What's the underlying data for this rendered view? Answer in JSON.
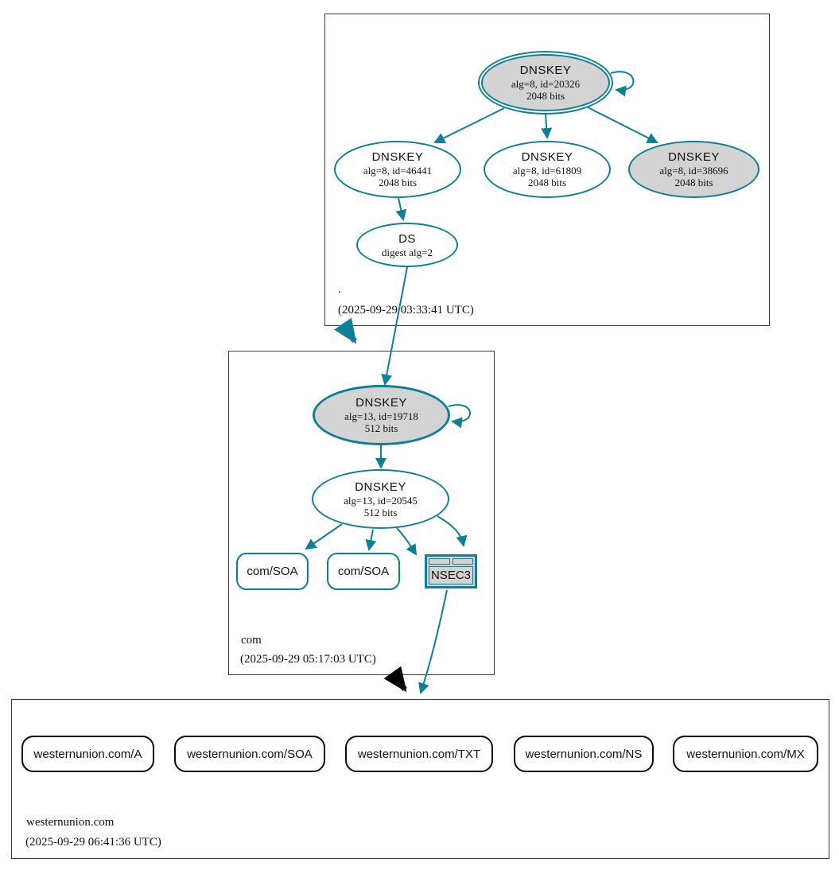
{
  "colors": {
    "teal": "#0d7f96",
    "gray_fill": "#d3d3d3",
    "box_border": "#3a3a3a",
    "black": "#000000"
  },
  "zones": {
    "root": {
      "name": ".",
      "timestamp": "(2025-09-29 03:33:41 UTC)",
      "nodes": {
        "ksk": {
          "title": "DNSKEY",
          "line1": "alg=8, id=20326",
          "line2": "2048 bits"
        },
        "zsk1": {
          "title": "DNSKEY",
          "line1": "alg=8, id=46441",
          "line2": "2048 bits"
        },
        "zsk2": {
          "title": "DNSKEY",
          "line1": "alg=8, id=61809",
          "line2": "2048 bits"
        },
        "zsk3": {
          "title": "DNSKEY",
          "line1": "alg=8, id=38696",
          "line2": "2048 bits"
        },
        "ds": {
          "title": "DS",
          "line1": "digest alg=2"
        }
      }
    },
    "com": {
      "name": "com",
      "timestamp": "(2025-09-29 05:17:03 UTC)",
      "nodes": {
        "ksk": {
          "title": "DNSKEY",
          "line1": "alg=13, id=19718",
          "line2": "512 bits"
        },
        "zsk": {
          "title": "DNSKEY",
          "line1": "alg=13, id=20545",
          "line2": "512 bits"
        },
        "soa1": {
          "label": "com/SOA"
        },
        "soa2": {
          "label": "com/SOA"
        },
        "nsec3": {
          "label": "NSEC3"
        }
      }
    },
    "westernunion": {
      "name": "westernunion.com",
      "timestamp": "(2025-09-29 06:41:36 UTC)",
      "nodes": {
        "a": {
          "label": "westernunion.com/A"
        },
        "soa": {
          "label": "westernunion.com/SOA"
        },
        "txt": {
          "label": "westernunion.com/TXT"
        },
        "ns": {
          "label": "westernunion.com/NS"
        },
        "mx": {
          "label": "westernunion.com/MX"
        }
      }
    }
  }
}
